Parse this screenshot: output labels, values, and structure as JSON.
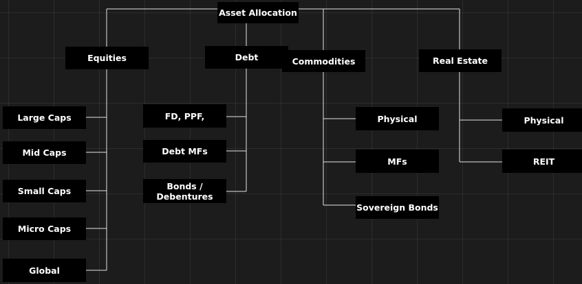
{
  "root": {
    "label": "Asset Allocation"
  },
  "categories": {
    "equities": {
      "label": "Equities",
      "children": [
        "Large Caps",
        "Mid Caps",
        "Small Caps",
        "Micro Caps",
        "Global"
      ]
    },
    "debt": {
      "label": "Debt",
      "children": [
        "FD, PPF,",
        "Debt MFs",
        "Bonds / Debentures"
      ]
    },
    "commodities": {
      "label": "Commodities",
      "children": [
        "Physical",
        "MFs",
        "Sovereign Bonds"
      ]
    },
    "real_estate": {
      "label": "Real Estate",
      "children": [
        "Physical",
        "REIT"
      ]
    }
  },
  "colors": {
    "background": "#1c1c1c",
    "node": "#000000",
    "text": "#ffffff",
    "connector": "#e6e6e6"
  }
}
